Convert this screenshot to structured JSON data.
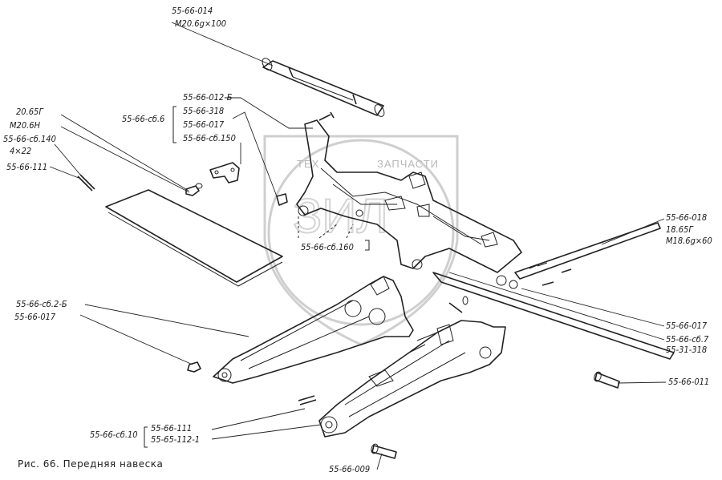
{
  "caption": "Рис. 66. Передняя навеска",
  "watermark": {
    "left_text": "ТЕХ",
    "right_text": "ЗАПЧАСТИ"
  },
  "labels": {
    "l01": "55-66-014",
    "l02": "М20.6g×100",
    "l03": "55-66-012-Б",
    "l04": "55-66-318",
    "l05": "55-66-017",
    "l06": "55-66-сб.150",
    "l07": "55-66-сб.6",
    "l08": "20.65Г",
    "l09": "М20.6Н",
    "l10": "55-66-сб.140",
    "l11": "4×22",
    "l12": "55-66-111",
    "l13": "55-66-сб.160",
    "l14": "55-66-018",
    "l15": "18.65Г",
    "l16": "М18.6g×60",
    "l17": "55-66-сб.2-Б",
    "l18": "55-66-017",
    "l19": "55-66-017",
    "l20": "55-66-сб.7",
    "l21": "55-31-318",
    "l22": "55-66-011",
    "l23": "55-66-сб.10",
    "l24": "55-66-111",
    "l25": "55-65-112-1",
    "l26": "55-66-009"
  }
}
